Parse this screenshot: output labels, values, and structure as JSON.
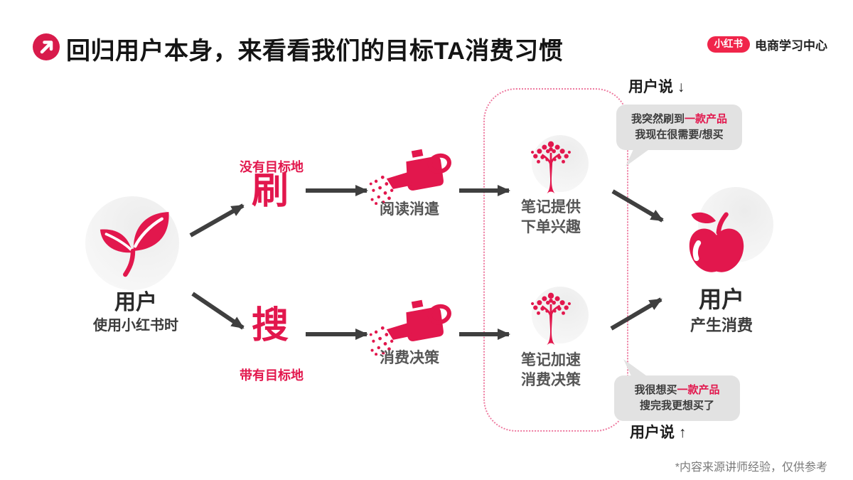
{
  "colors": {
    "accent": "#e2174d",
    "brand_red": "#f0254a",
    "arrow": "#3f3f3f",
    "bubble_bg": "#e2e2e2",
    "dotted_border": "#ee7ba0"
  },
  "header": {
    "title": "回归用户本身，来看看我们的目标TA消费习惯",
    "logo_badge": "小红书",
    "logo_suffix": "电商学习中心"
  },
  "start_node": {
    "title": "用户",
    "subtitle": "使用小红书时"
  },
  "paths": {
    "browse": {
      "tag": "没有目标地",
      "verb": "刷",
      "stage1": "阅读消遣",
      "stage2_line1": "笔记提供",
      "stage2_line2": "下单兴趣"
    },
    "search": {
      "tag": "带有目标地",
      "verb": "搜",
      "stage1": "消费决策",
      "stage2_line1": "笔记加速",
      "stage2_line2": "消费决策"
    }
  },
  "quotes": {
    "top": {
      "label": "用户说 ↓",
      "line1_prefix": "我突然刷到",
      "line1_highlight": "一款产品",
      "line2": "我现在很需要/想买"
    },
    "bottom": {
      "label": "用户说 ↑",
      "line1_prefix": "我很想买",
      "line1_highlight": "一款产品",
      "line2": "搜完我更想买了"
    }
  },
  "end_node": {
    "title": "用户",
    "subtitle": "产生消费"
  },
  "footnote": "*内容来源讲师经验，仅供参考",
  "icons": {
    "title": "arrow-up-right-icon",
    "start": "sprout-icon",
    "stage1": "watering-can-icon",
    "stage2": "tree-icon",
    "end": "apple-icon"
  }
}
